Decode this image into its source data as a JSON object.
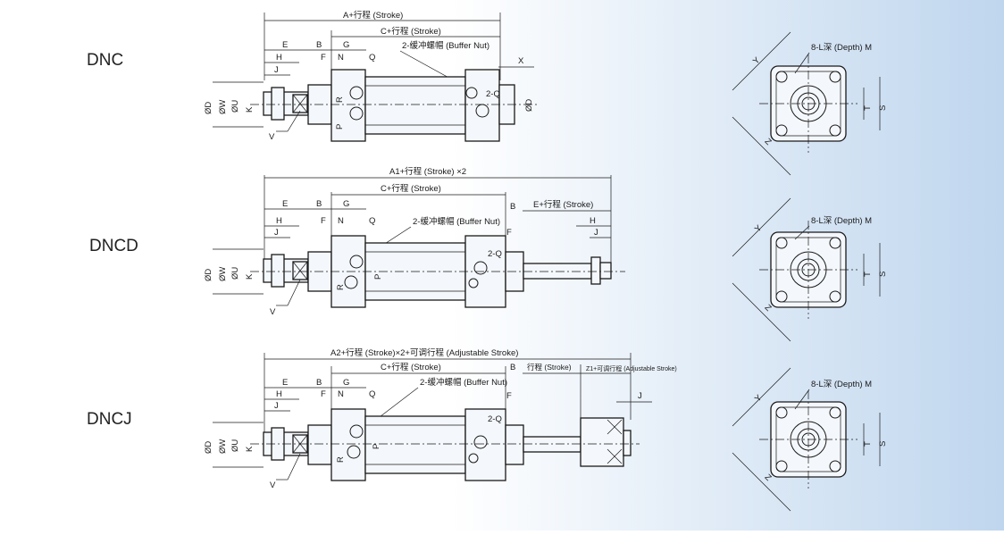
{
  "background": {
    "left": "#ffffff",
    "right": "#bfd6ee"
  },
  "models": [
    {
      "name": "DNC",
      "overall": "A+行程 (Stroke)",
      "body_len": "C+行程 (Stroke)",
      "nut": "2-缓冲螺帽 (Buffer Nut)",
      "hole": "2-Q"
    },
    {
      "name": "DNCD",
      "overall": "A1+行程 (Stroke) ×2",
      "body_len": "C+行程 (Stroke)",
      "rod_len": "E+行程 (Stroke)",
      "nut": "2-缓冲螺帽 (Buffer Nut)",
      "hole": "2-Q"
    },
    {
      "name": "DNCJ",
      "overall": "A2+行程 (Stroke)×2+可调行程 (Adjustable Stroke)",
      "body_len": "C+行程 (Stroke)",
      "stroke_seg": "行程 (Stroke)",
      "adj_seg": "Z1+可调行程 (Adjustable Stroke)",
      "nut": "2-缓冲螺帽 (Buffer Nut)",
      "hole": "2-Q"
    }
  ],
  "end_view": {
    "label": "8-L深 (Depth) M",
    "dims": [
      "Y",
      "Z",
      "T",
      "S"
    ]
  },
  "dims": {
    "E": "E",
    "H": "H",
    "J": "J",
    "B": "B",
    "F": "F",
    "G": "G",
    "N": "N",
    "Q": "Q",
    "X": "X",
    "R": "R",
    "P": "P",
    "V": "V",
    "K": "K",
    "OD": "ØD",
    "OW": "ØW",
    "OU": "ØU"
  }
}
